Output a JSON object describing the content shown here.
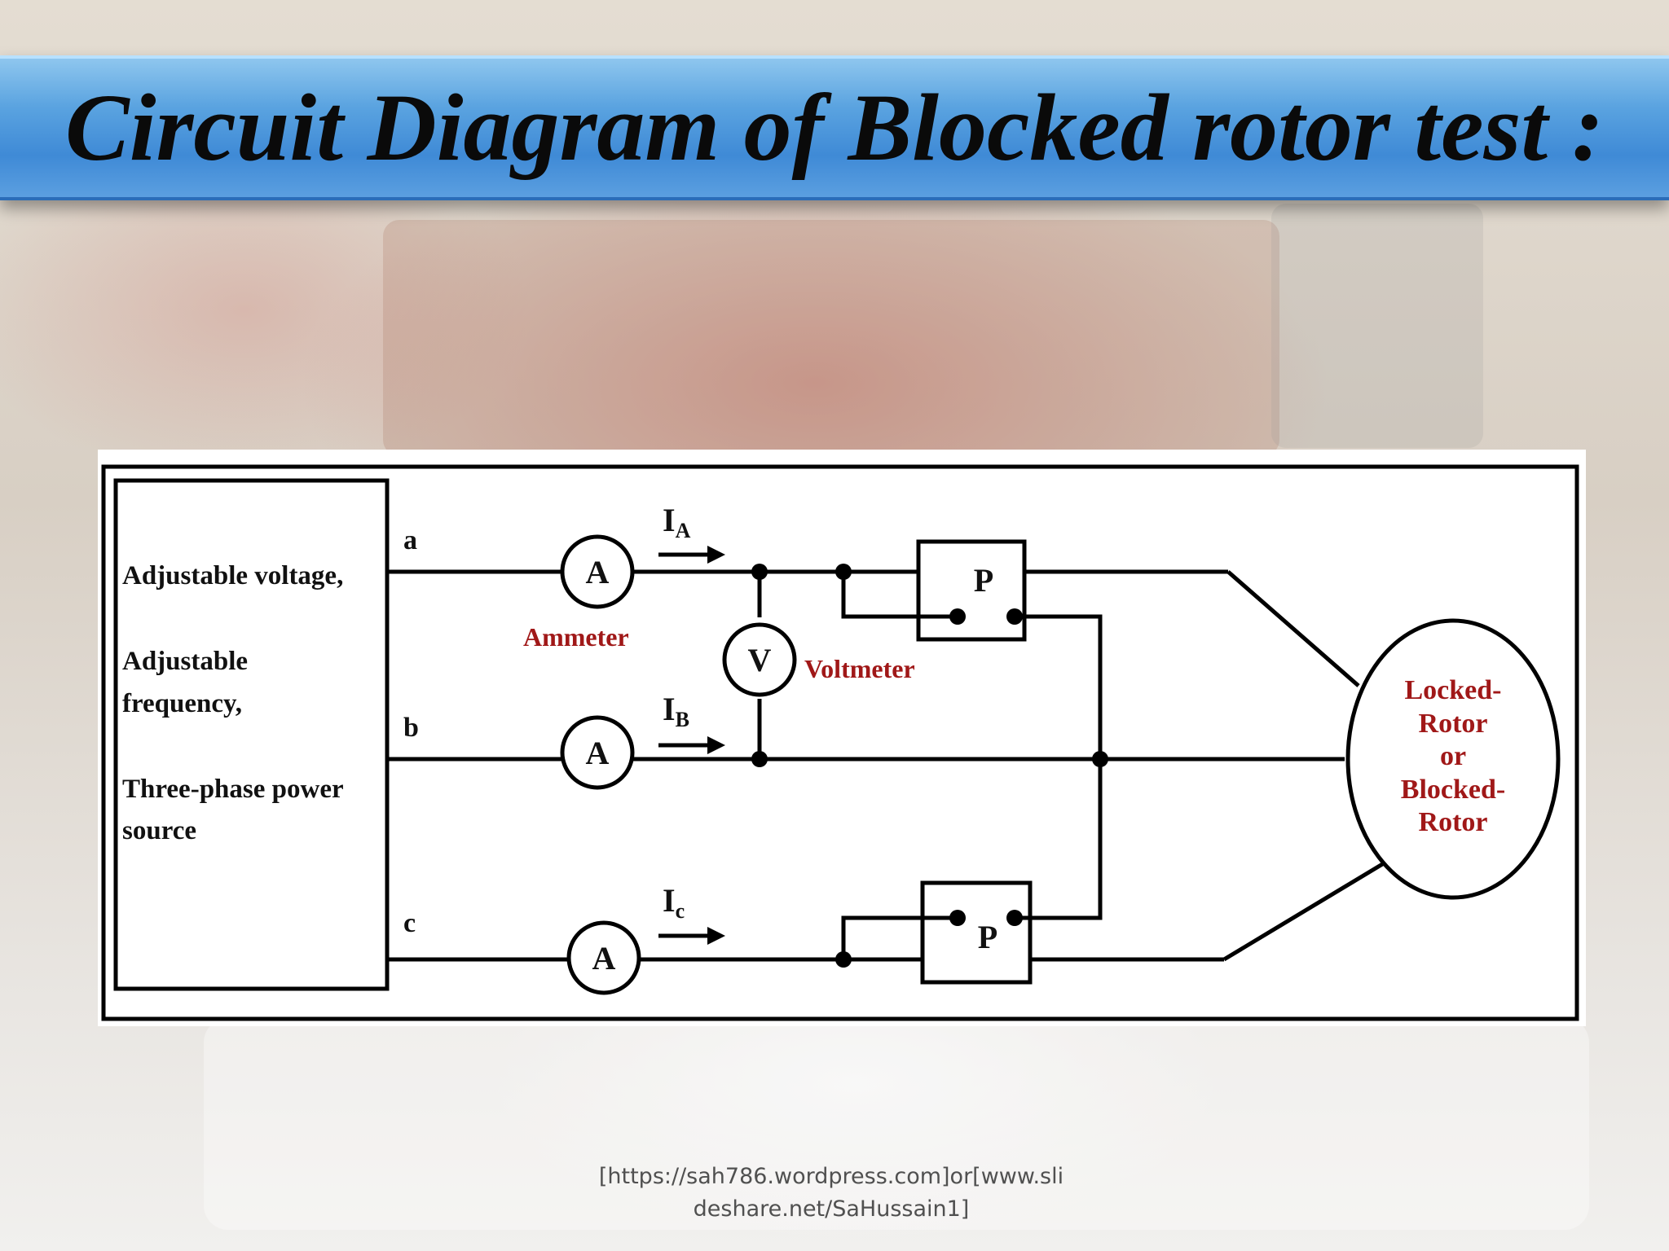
{
  "slide": {
    "title": "Circuit Diagram of Blocked rotor test :",
    "source_line1": "[https://sah786.wordpress.com]or[www.sli",
    "source_line2": "deshare.net/SaHussain1]"
  },
  "diagram": {
    "source_box": {
      "line1": "Adjustable voltage,",
      "line2": "Adjustable",
      "line3": "frequency,",
      "line4": "Three-phase power",
      "line5": "source"
    },
    "phases": {
      "a": "a",
      "b": "b",
      "c": "c"
    },
    "currents": {
      "ia": "I",
      "ia_sub": "A",
      "ib": "I",
      "ib_sub": "B",
      "ic": "I",
      "ic_sub": "c"
    },
    "ammeter_symbol": "A",
    "ammeter_label": "Ammeter",
    "voltmeter_symbol": "V",
    "voltmeter_label": "Voltmeter",
    "wattmeter_symbol": "P",
    "motor": {
      "line1": "Locked-",
      "line2": "Rotor",
      "line3": "or",
      "line4": "Blocked-",
      "line5": "Rotor"
    },
    "label_color": "#a01818"
  }
}
